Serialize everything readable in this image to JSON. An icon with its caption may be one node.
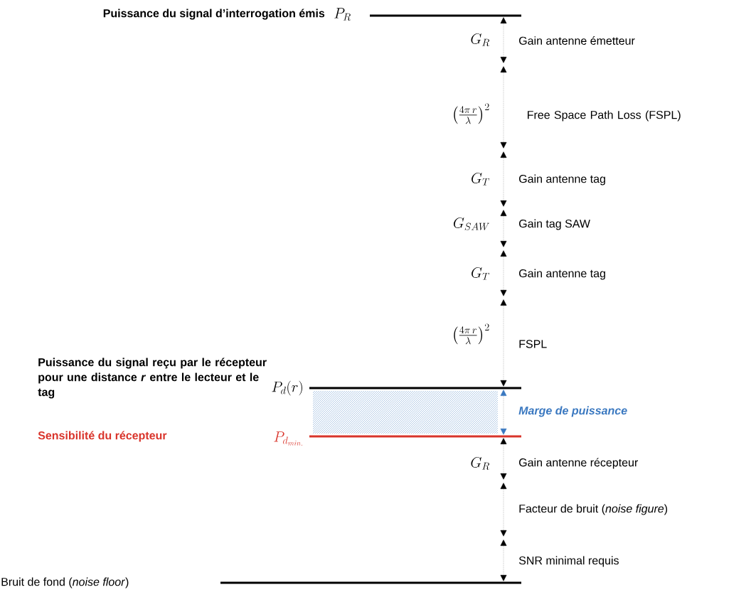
{
  "diagram": {
    "labels": [
      "Puissance du signal d’interrogation émis",
      "P_{R}",
      "G_{R}",
      "Gain antenne émetteur",
      "\\left(\\frac{4\\pi\\, r}{\\lambda}\\right)^{2}",
      "Free Space Path Loss (FSPL)",
      "G_{T}",
      "Gain antenne tag",
      "G_{SAW}",
      "Gain tag SAW",
      "G_{T}",
      "Gain antenne tag",
      "\\left(\\frac{4\\pi\\, r}{\\lambda}\\right)^{2}",
      "FSPL",
      "Puissance du signal reçu par le récepteur pour une distance *r* entre le lecteur et le tag",
      "P_{d}(r)",
      "Marge de puissance",
      "Sensibilité du récepteur",
      "P_{d_{min.}}",
      "G_{R}",
      "Gain antenne récepteur",
      "Facteur de bruit (*noise figure*)",
      "SNR minimal requis",
      "Bruit de fond (*noise floor*)"
    ]
  }
}
